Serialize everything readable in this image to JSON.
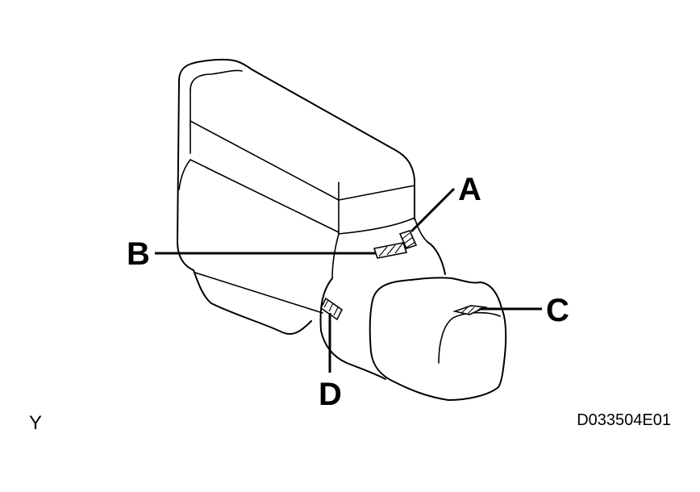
{
  "callouts": {
    "a": "A",
    "b": "B",
    "c": "C",
    "d": "D"
  },
  "corner_left": "Y",
  "figure_code": "D033504E01"
}
